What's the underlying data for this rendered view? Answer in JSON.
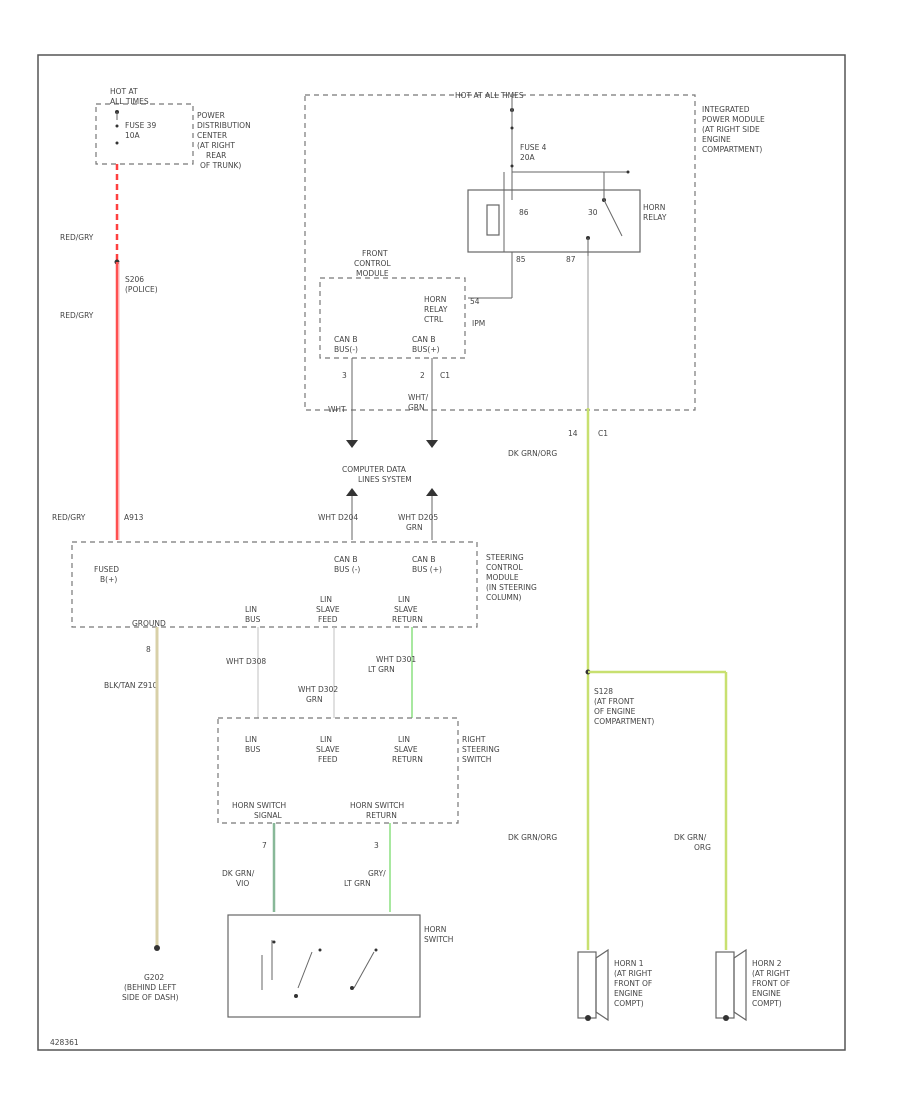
{
  "pdc": {
    "hot": [
      "HOT AT",
      "ALL TIMES"
    ],
    "fuse": [
      "FUSE 39",
      "10A"
    ],
    "name": [
      "POWER",
      "DISTRIBUTION",
      "CENTER",
      "(AT RIGHT",
      "REAR",
      "OF TRUNK)"
    ]
  },
  "left_wire": {
    "label1": "RED/GRY",
    "splice": [
      "S206",
      "(POLICE)"
    ],
    "label2": "RED/GRY",
    "label3": "RED/GRY",
    "circuit": "A913"
  },
  "ipm": {
    "hot": "HOT AT ALL TIMES",
    "fuse": [
      "FUSE 4",
      "20A"
    ],
    "name": [
      "INTEGRATED",
      "POWER MODULE",
      "(AT RIGHT SIDE",
      "ENGINE",
      "COMPARTMENT)"
    ],
    "relay": [
      "HORN",
      "RELAY"
    ],
    "pin86": "86",
    "pin30": "30",
    "pin85": "85",
    "pin87": "87",
    "connector_pin": "14",
    "connector": "C1"
  },
  "fcm": {
    "name": [
      "FRONT",
      "CONTROL",
      "MODULE"
    ],
    "horn_ctrl": [
      "HORN",
      "RELAY",
      "CTRL"
    ],
    "pin": "54",
    "sub": "IPM",
    "canb_low": [
      "CAN B",
      "BUS(-)"
    ],
    "canb_high": [
      "CAN B",
      "BUS(+)"
    ],
    "pin_a": "3",
    "pin_b": "2",
    "connector": "C1",
    "wire_a": "WHT",
    "wire_b": [
      "WHT/",
      "GRN"
    ]
  },
  "cds": {
    "name": [
      "COMPUTER DATA",
      "LINES SYSTEM"
    ]
  },
  "scm": {
    "fused": [
      "FUSED",
      "B(+)"
    ],
    "wire_a": "WHT  D204",
    "wire_b": [
      "WHT  D205",
      "GRN"
    ],
    "canb_low": [
      "CAN B",
      "BUS (-)"
    ],
    "canb_high": [
      "CAN B",
      "BUS (+)"
    ],
    "name": [
      "STEERING",
      "CONTROL",
      "MODULE",
      "(IN STEERING",
      "COLUMN)"
    ],
    "ground_label": "GROUND",
    "lin_bus": [
      "LIN",
      "BUS"
    ],
    "lin_feed": [
      "LIN",
      "SLAVE",
      "FEED"
    ],
    "lin_return": [
      "LIN",
      "SLAVE",
      "RETURN"
    ],
    "ground_pin": "8",
    "ground_wire": "BLK/TAN  Z910"
  },
  "lin_wires": {
    "bus": "WHT  D308",
    "feed": [
      "WHT  D302",
      "GRN"
    ],
    "return": [
      "WHT  D301",
      "LT GRN"
    ]
  },
  "rss": {
    "lin_bus": [
      "LIN",
      "BUS"
    ],
    "lin_feed": [
      "LIN",
      "SLAVE",
      "FEED"
    ],
    "lin_return": [
      "LIN",
      "SLAVE",
      "RETURN"
    ],
    "name": [
      "RIGHT",
      "STEERING",
      "SWITCH"
    ],
    "sw_signal": [
      "HORN SWITCH",
      "SIGNAL"
    ],
    "sw_return": [
      "HORN SWITCH",
      "RETURN"
    ],
    "pin_left": "7",
    "pin_right": "3",
    "wire_left": [
      "DK GRN/",
      "VIO"
    ],
    "wire_right": [
      "GRY/",
      "LT GRN"
    ]
  },
  "horn_switch": {
    "name": [
      "HORN",
      "SWITCH"
    ]
  },
  "ground": {
    "name": [
      "G202",
      "(BEHIND LEFT",
      "SIDE OF DASH)"
    ]
  },
  "right_wire": {
    "label": "DK GRN/ORG",
    "splice": [
      "S128",
      "(AT FRONT",
      "OF ENGINE",
      "COMPARTMENT)"
    ],
    "label2": "DK GRN/ORG",
    "label3": [
      "DK GRN/",
      "ORG"
    ]
  },
  "horn1": {
    "name": [
      "HORN 1",
      "(AT RIGHT",
      "FRONT OF",
      "ENGINE",
      "COMPT)"
    ]
  },
  "horn2": {
    "name": [
      "HORN 2",
      "(AT RIGHT",
      "FRONT OF",
      "ENGINE",
      "COMPT)"
    ]
  },
  "page_code": "428361",
  "colors": {
    "red_wire": "#ff4040",
    "green_wire": "#c8e070",
    "light_green": "#a8e8a0",
    "tan_wire": "#d8d0a8",
    "gray_wire": "#bbbbbb"
  }
}
